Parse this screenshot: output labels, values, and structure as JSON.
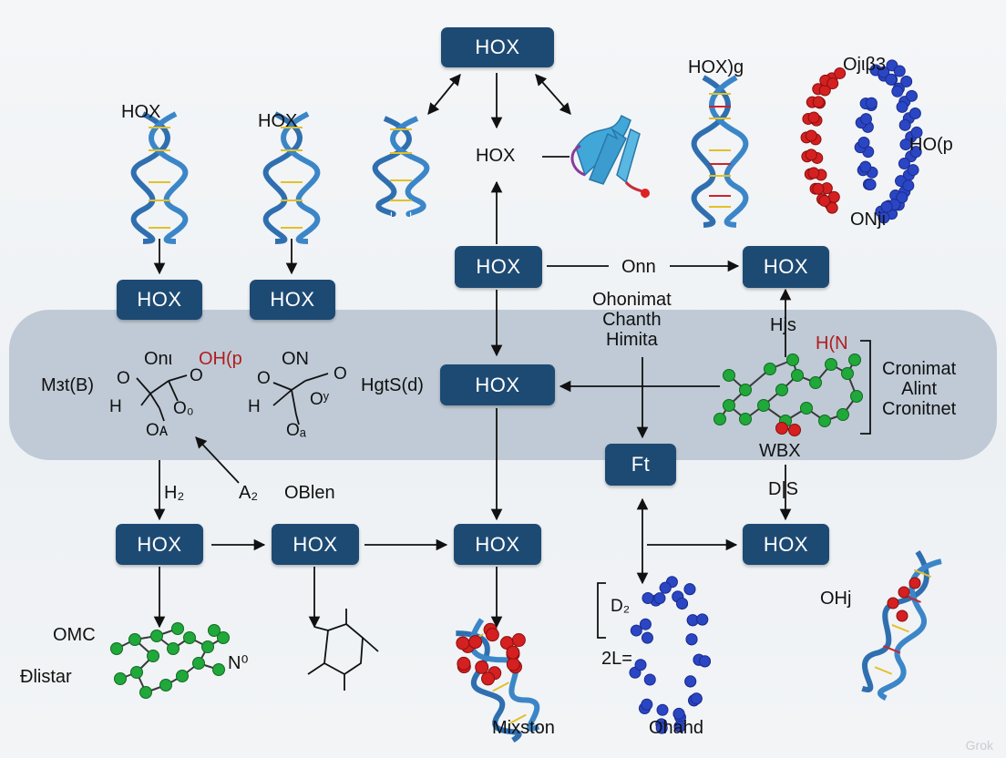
{
  "boxes": {
    "top": "HOX",
    "left1": "HOX",
    "left2": "HOX",
    "center_upper": "HOX",
    "right_upper": "HOX",
    "center_mid": "HOX",
    "ft": "Ft",
    "bottom1": "HOX",
    "bottom2": "HOX",
    "bottom3": "HOX",
    "bottom4": "HOX"
  },
  "labels": {
    "hox_dna1": "HOX",
    "hox_dna2": "HOX",
    "hox_near_top": "HOX",
    "hox_g": "HOX)g",
    "oj_b3": "Ojιβ3",
    "ho_p": "HO(p",
    "onji": "ONjι",
    "onn": "Onn",
    "ohonimat": "Ohonimat",
    "chanth": "Chanth",
    "himita": "Himita",
    "hjs": "Hjs",
    "hn": "H(N",
    "cronimat1": "Cronimat",
    "alint": "Alint",
    "cronimat2": "Cronitnet",
    "wbx": "WBX",
    "ds": "D|S",
    "m3t": "Mзt(B)",
    "on_left": "Onι",
    "oh_p": "OH(p",
    "on2": "ON",
    "h3ts": "HɡtS(d)",
    "h2": "H₂",
    "a2": "A₂",
    "oblen": "OBlen",
    "omc": "OMC",
    "uistar": "Ðlistar",
    "n0": "N⁰",
    "mixston": "Mixston",
    "d2": "D₂",
    "two_l": "2L=",
    "ohahd": "Ohahd",
    "ohj": "OHj"
  },
  "molecules": {
    "left_o_top": "O",
    "left_o_r": "O",
    "left_h": "H",
    "left_o0": "O₀",
    "left_oa": "Oᴀ",
    "mid_o_top": "O",
    "mid_o_r": "O",
    "mid_h": "H",
    "mid_oy": "Oʸ",
    "mid_oa": "Oₐ"
  },
  "watermark": "Grok",
  "colors": {
    "box_fill": "#1d4a73",
    "band_fill": "#b9c5d3",
    "dna_blue": "#2f6fb0",
    "protein_red": "#d42020",
    "protein_blue": "#2a46c4",
    "molecule_green": "#20a83a"
  }
}
